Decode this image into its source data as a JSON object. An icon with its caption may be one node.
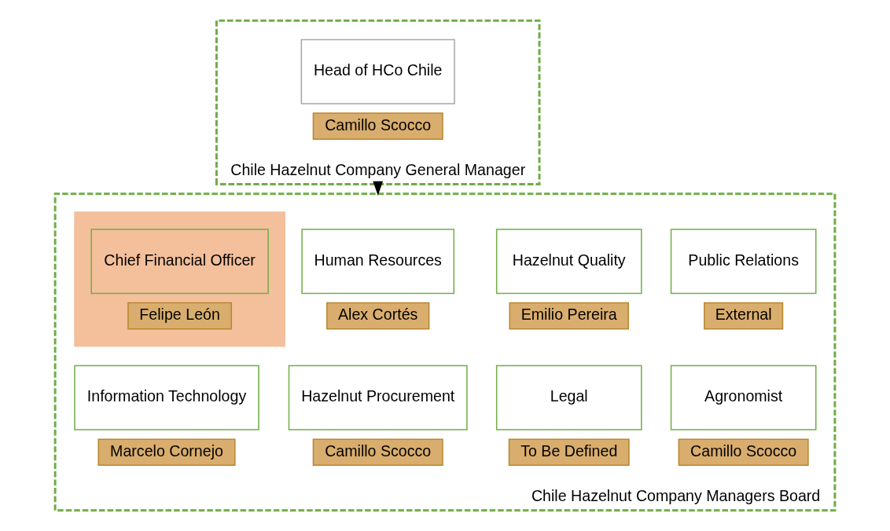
{
  "diagram": {
    "nodes": [
      {
        "text": [
          "Chile Hazelnut Company General Manager"
        ]
      },
      {
        "text": [
          "Head of HCo Chile"
        ],
        "in": 0
      },
      {
        "text": [
          "Camillo Scocco"
        ],
        "in": 0
      },
      {
        "text": [
          "Chile Hazelnut Company Managers Board"
        ]
      },
      {
        "text": [],
        "shape": "box",
        "in": 3
      },
      {
        "text": [
          "Chief Financial Officer"
        ],
        "in": 4
      },
      {
        "text": [
          "Felipe León"
        ],
        "in": 4
      },
      {
        "text": [
          "Human Resources"
        ],
        "in": 3
      },
      {
        "text": [
          "Alex Cortés"
        ],
        "in": 3
      },
      {
        "text": [
          "Hazelnut Quality"
        ],
        "in": 3
      },
      {
        "text": [
          "Emilio Pereira"
        ],
        "in": 3
      },
      {
        "text": [
          "Public Relations"
        ],
        "in": 3
      },
      {
        "text": [
          "External"
        ],
        "in": 3
      },
      {
        "text": [
          "Information Technology"
        ],
        "in": 3
      },
      {
        "text": [
          "Marcelo Cornejo"
        ],
        "in": 3
      },
      {
        "text": [
          "Hazelnut Procurement"
        ],
        "in": 3
      },
      {
        "text": [
          "Camillo Scocco"
        ],
        "in": 3
      },
      {
        "text": [
          "Legal"
        ],
        "in": 3
      },
      {
        "text": [
          "To Be Defined"
        ],
        "in": 3
      },
      {
        "text": [
          "Agronomist"
        ],
        "in": 3
      },
      {
        "text": [
          "Camillo Scocco"
        ],
        "in": 3
      }
    ],
    "edges": [
      {
        "from": 0,
        "to": 3,
        "arrow": "to"
      }
    ]
  }
}
